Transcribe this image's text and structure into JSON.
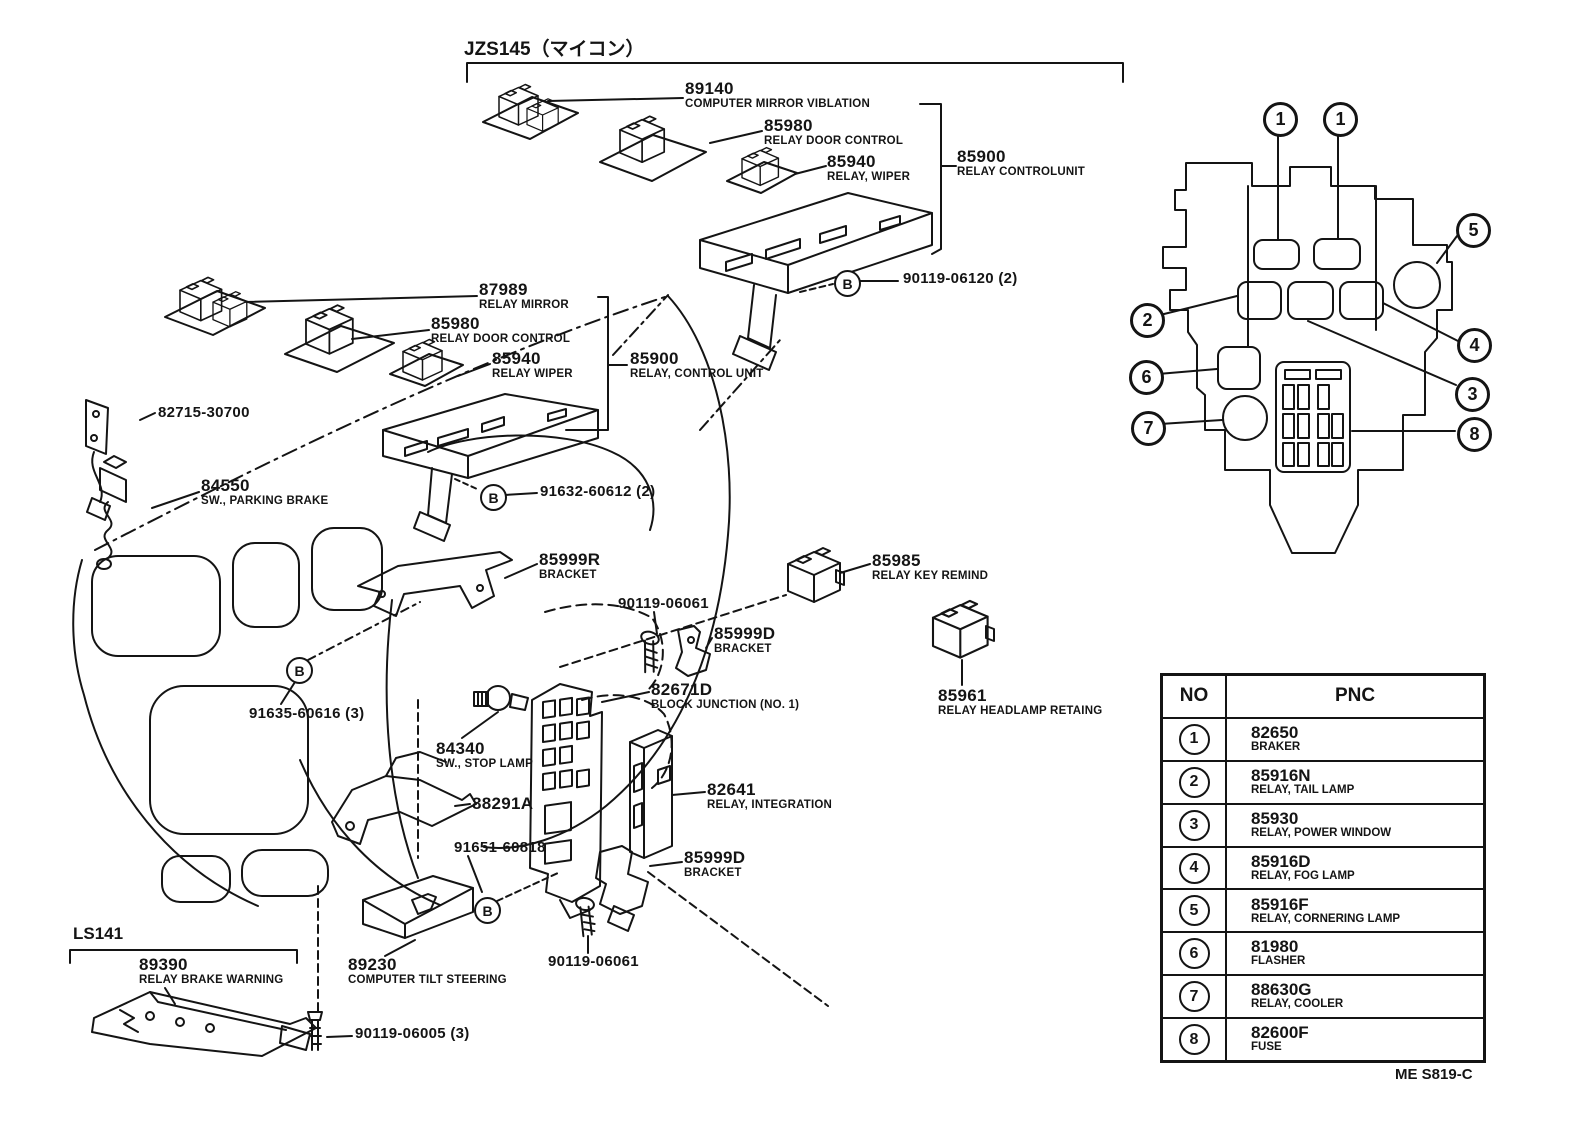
{
  "doc": {
    "variant_bracket_top": "JZS145（マイコン）",
    "variant_bracket_bottom": "LS141",
    "sheet_code": "ME S819-C"
  },
  "markers": {
    "b": "B"
  },
  "labels": {
    "l89140": {
      "num": "89140",
      "desc": "COMPUTER MIRROR VIBLATION"
    },
    "l85980a": {
      "num": "85980",
      "desc": "RELAY DOOR CONTROL"
    },
    "l85940a": {
      "num": "85940",
      "desc": "RELAY, WIPER"
    },
    "l85900a": {
      "num": "85900",
      "desc": "RELAY CONTROLUNIT"
    },
    "l90119_06120": {
      "num": "90119-06120 (2)"
    },
    "l87989": {
      "num": "87989",
      "desc": "RELAY MIRROR"
    },
    "l85980b": {
      "num": "85980",
      "desc": "RELAY DOOR CONTROL"
    },
    "l85940b": {
      "num": "85940",
      "desc": "RELAY WIPER"
    },
    "l85900b": {
      "num": "85900",
      "desc": "RELAY, CONTROL UNIT"
    },
    "l82715": {
      "num": "82715-30700"
    },
    "l84550": {
      "num": "84550",
      "desc": "SW., PARKING BRAKE"
    },
    "l91632": {
      "num": "91632-60612 (2)"
    },
    "l85999r": {
      "num": "85999R",
      "desc": "BRACKET"
    },
    "l90119_06061a": {
      "num": "90119-06061"
    },
    "l85999da": {
      "num": "85999D",
      "desc": "BRACKET"
    },
    "l82671d": {
      "num": "82671D",
      "desc": "BLOCK JUNCTION (NO. 1)"
    },
    "l85985": {
      "num": "85985",
      "desc": "RELAY KEY REMIND"
    },
    "l85961": {
      "num": "85961",
      "desc": "RELAY HEADLAMP RETAING"
    },
    "l91635": {
      "num": "91635-60616 (3)"
    },
    "l84340": {
      "num": "84340",
      "desc": "SW., STOP LAMP"
    },
    "l88291a": {
      "num": "88291A"
    },
    "l91651": {
      "num": "91651-60818"
    },
    "l82641": {
      "num": "82641",
      "desc": "RELAY, INTEGRATION"
    },
    "l85999db": {
      "num": "85999D",
      "desc": "BRACKET"
    },
    "l90119_06061b": {
      "num": "90119-06061"
    },
    "l89230": {
      "num": "89230",
      "desc": "COMPUTER TILT STEERING"
    },
    "l89390": {
      "num": "89390",
      "desc": "RELAY BRAKE WARNING"
    },
    "l90119_06005": {
      "num": "90119-06005 (3)"
    }
  },
  "callouts": {
    "n1": "1",
    "n2": "2",
    "n3": "3",
    "n4": "4",
    "n5": "5",
    "n6": "6",
    "n7": "7",
    "n8": "8"
  },
  "table": {
    "headers": {
      "no": "NO",
      "pnc": "PNC"
    },
    "rows": [
      {
        "no": "1",
        "pnc": "82650",
        "desc": "BRAKER"
      },
      {
        "no": "2",
        "pnc": "85916N",
        "desc": "RELAY, TAIL LAMP"
      },
      {
        "no": "3",
        "pnc": "85930",
        "desc": "RELAY, POWER WINDOW"
      },
      {
        "no": "4",
        "pnc": "85916D",
        "desc": "RELAY, FOG LAMP"
      },
      {
        "no": "5",
        "pnc": "85916F",
        "desc": "RELAY, CORNERING LAMP"
      },
      {
        "no": "6",
        "pnc": "81980",
        "desc": "FLASHER"
      },
      {
        "no": "7",
        "pnc": "88630G",
        "desc": "RELAY, COOLER"
      },
      {
        "no": "8",
        "pnc": "82600F",
        "desc": "FUSE"
      }
    ]
  },
  "colors": {
    "ink": "#141414",
    "paper": "#ffffff"
  }
}
